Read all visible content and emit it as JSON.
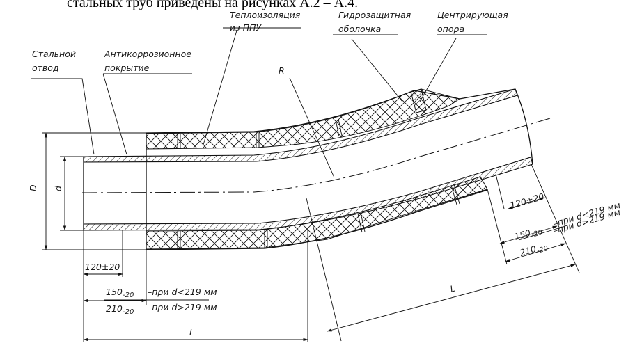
{
  "header_fragment": "стальных труб приведены на рисунках А.2 – А.4.",
  "labels": {
    "steel_bend": [
      "Стальной",
      "отвод"
    ],
    "anticorrosion": [
      "Антикоррозионное",
      "покрытие"
    ],
    "insulation": [
      "Теплоизоляция",
      "из ППУ"
    ],
    "waterproof": [
      "Гидрозащитная",
      "оболочка"
    ],
    "centering": [
      "Центрирующая",
      "опора"
    ],
    "radius": "R"
  },
  "dimensions": {
    "outer_diameter": "D",
    "inner_diameter": "d",
    "left": {
      "d1": "120±20",
      "d2_base": "150",
      "d2_sub": "-20",
      "d2_note": "–при d<219 мм",
      "d3_base": "210",
      "d3_sub": "-20",
      "d3_note": "–при d>219 мм",
      "length": "L"
    },
    "right": {
      "d1": "120±20",
      "d2_base": "150",
      "d2_sub": "-20",
      "d2_note": "–при d<219 мм",
      "d3_base": "210",
      "d3_sub": "-20",
      "d3_note": "–при d>219 мм",
      "length": "L"
    }
  },
  "colors": {
    "ink": "#111111",
    "paper": "#ffffff"
  }
}
